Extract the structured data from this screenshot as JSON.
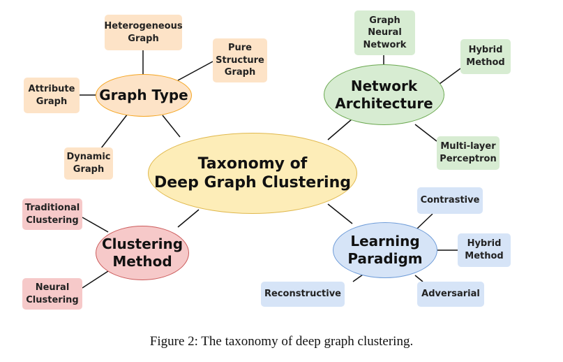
{
  "colors": {
    "orange_fill": "#fde3c7",
    "orange_border": "#f5a623",
    "root_fill": "#fdedb8",
    "root_border": "#e0b84c",
    "green_fill": "#d7ecd2",
    "green_border": "#6aa84f",
    "red_fill": "#f6c9c9",
    "red_border": "#cc5b5b",
    "blue_fill": "#d6e4f7",
    "blue_border": "#6d9bd8"
  },
  "root": "Taxonomy of\nDeep Graph Clustering",
  "categories": {
    "graph_type": {
      "label": "Graph Type",
      "leaves": [
        "Heterogeneous\nGraph",
        "Pure\nStructure\nGraph",
        "Attribute\nGraph",
        "Dynamic\nGraph"
      ]
    },
    "network_architecture": {
      "label": "Network\nArchitecture",
      "leaves": [
        "Graph\nNeural\nNetwork",
        "Hybrid\nMethod",
        "Multi-layer\nPerceptron"
      ]
    },
    "clustering_method": {
      "label": "Clustering\nMethod",
      "leaves": [
        "Traditional\nClustering",
        "Neural\nClustering"
      ]
    },
    "learning_paradigm": {
      "label": "Learning\nParadigm",
      "leaves": [
        "Contrastive",
        "Hybrid\nMethod",
        "Reconstructive",
        "Adversarial"
      ]
    }
  },
  "caption": "Figure 2: The taxonomy of deep graph clustering."
}
